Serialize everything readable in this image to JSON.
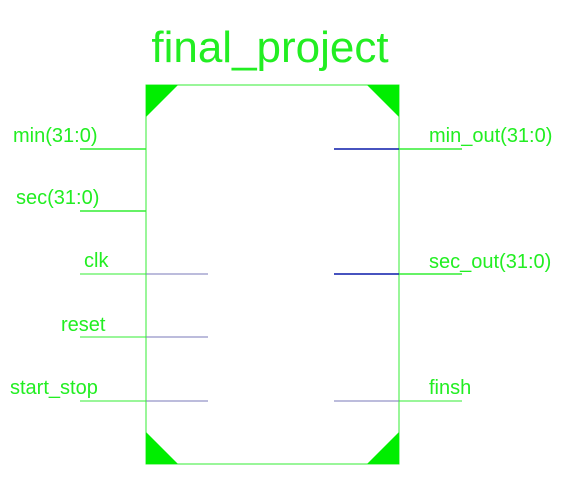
{
  "colors": {
    "accent": "#22ee22",
    "bus": "#0a1aaa",
    "wire": "#7a7ab8",
    "background": "#ffffff"
  },
  "symbol": {
    "title": "final_project"
  },
  "ports": {
    "inputs": [
      {
        "label": "min(31:0)",
        "kind": "bus"
      },
      {
        "label": "sec(31:0)",
        "kind": "bus"
      },
      {
        "label": "clk",
        "kind": "wire"
      },
      {
        "label": "reset",
        "kind": "wire"
      },
      {
        "label": "start_stop",
        "kind": "wire"
      }
    ],
    "outputs": [
      {
        "label": "min_out(31:0)",
        "kind": "bus"
      },
      {
        "label": "sec_out(31:0)",
        "kind": "bus"
      },
      {
        "label": "finsh",
        "kind": "wire"
      }
    ]
  }
}
